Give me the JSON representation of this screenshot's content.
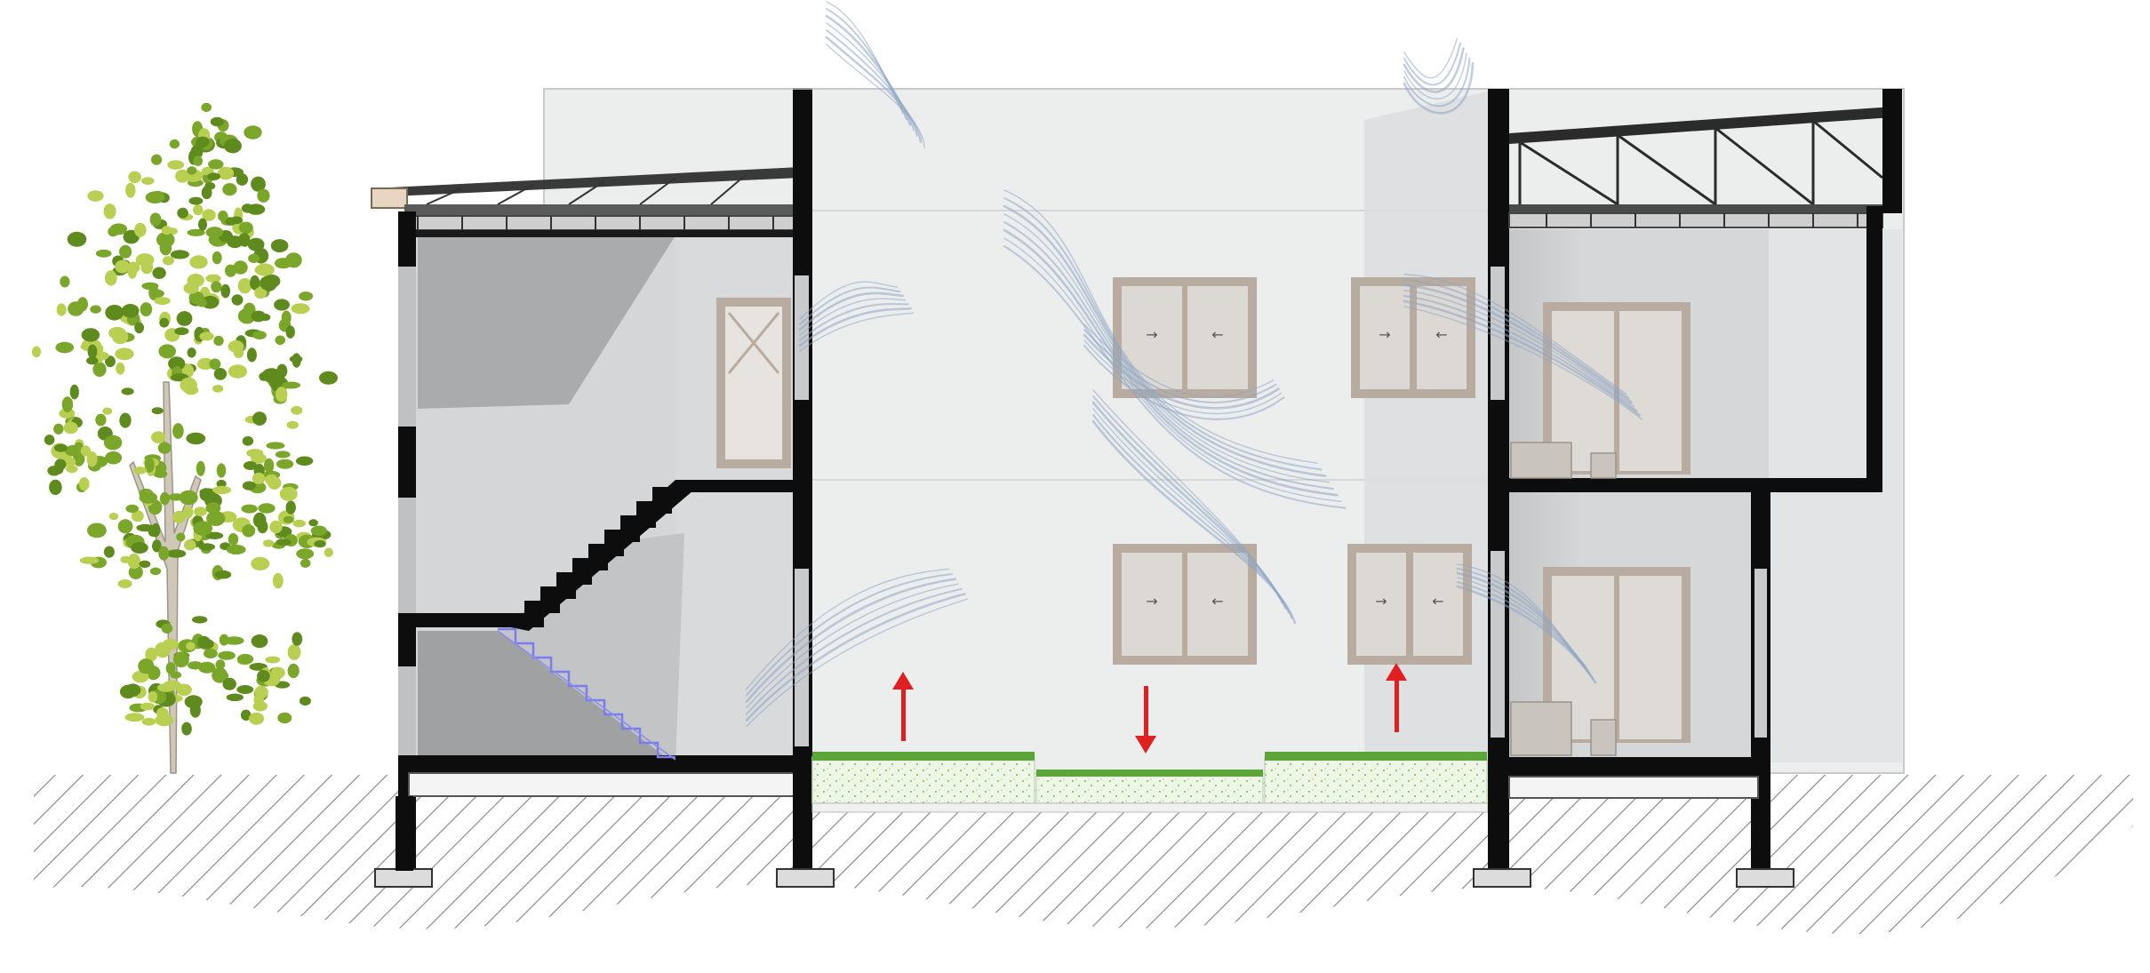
{
  "figure": {
    "kind": "architectural-section",
    "colors": {
      "background": "#ffffff",
      "structure": "#0d0d0d",
      "roof_truss": "#2b2b2b",
      "backdrop_wall": "#ecedee",
      "interior_wall": "#c9cbcc",
      "interior_shadow": "#a7a9ab",
      "window_frame": "#b8aca0",
      "glass": "#dcdad6",
      "ground_hatch": "#8a8a8a",
      "grass": "#5aa639",
      "soil": "#e9f4e0",
      "airflow": "#8ea6c4",
      "stack_arrow": "#e02020",
      "stair_outline": "#7a7cf0",
      "tree_foliage": "#7aa62a",
      "tree_trunk": "#cfc8b8"
    },
    "icons": {
      "tree": "deciduous-tree-icon",
      "airflow": "wind-swirl-icon",
      "stack_up": "arrow-up-icon",
      "stack_down": "arrow-down-icon"
    },
    "elements": {
      "left_wing": "stair-block",
      "central_void": "courtyard",
      "right_wing": "two-storey-rooms",
      "courtyard_arrows": [
        "up",
        "down",
        "up"
      ]
    }
  }
}
